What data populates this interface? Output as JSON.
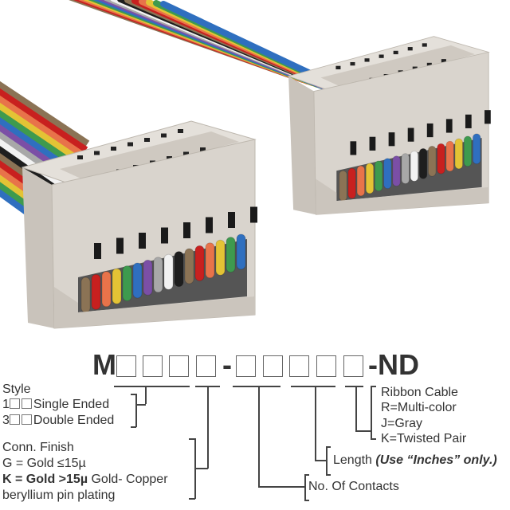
{
  "part_number": {
    "prefix": "M",
    "separator": "-",
    "suffix": "-ND",
    "group1_boxes": 4,
    "group2_boxes": 5
  },
  "legend": {
    "style": {
      "title": "Style",
      "single_prefix": "1",
      "single_label": "Single Ended",
      "double_prefix": "3",
      "double_label": "Double Ended"
    },
    "finish": {
      "title": "Conn. Finish",
      "gold": "G = Gold ≤15µ",
      "k_bold": "K = Gold >15µ",
      "k_rest": " Gold- Copper",
      "k_line2": "beryllium pin plating"
    },
    "contacts": "No. Of Contacts",
    "length": {
      "label": "Length ",
      "note": "(Use “Inches” only.)"
    },
    "cable": {
      "title": "Ribbon Cable",
      "r": "R=Multi-color",
      "j": "J=Gray",
      "k": "K=Twisted Pair"
    }
  },
  "wire_colors": [
    "#8b7355",
    "#c8201f",
    "#e8734a",
    "#e3c335",
    "#3e9a4e",
    "#2f6fbf",
    "#7b4fa6",
    "#a8a8a8",
    "#f2f2f2",
    "#1e1e1e",
    "#8b7355",
    "#c8201f",
    "#e8734a",
    "#e3c335",
    "#3e9a4e",
    "#2f6fbf"
  ],
  "connector_color": "#d9d4cd"
}
